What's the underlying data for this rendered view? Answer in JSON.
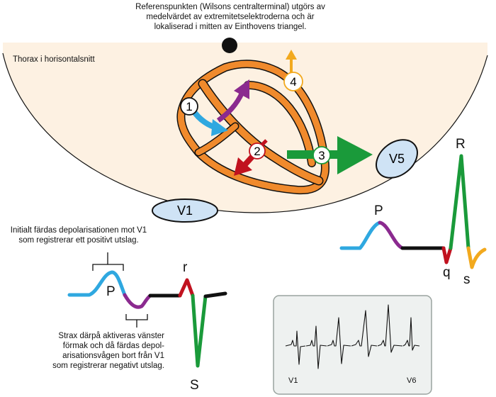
{
  "reference_note": [
    "Referenspunkten (Wilsons centralterminal) utgörs av",
    "medelvärdet av extremitetselektroderna och är",
    "lokaliserad i mitten av Einthovens triangel."
  ],
  "thorax_label": "Thorax i horisontalsnitt",
  "vectors": [
    "1",
    "2",
    "3",
    "4"
  ],
  "electrodes": {
    "v1": "V1",
    "v5": "V5"
  },
  "v1_initial_note": [
    "Initialt färdas depolarisationen mot V1",
    "som registrerar ett positivt utslag."
  ],
  "v1_later_note": [
    "Strax därpå aktiveras vänster",
    "förmak och då färdas depol-",
    "arisationsvågen bort från V1",
    "som registrerar negativt utslag."
  ],
  "v1_waves": {
    "p": "P",
    "r": "r",
    "s": "S"
  },
  "v5_waves": {
    "p": "P",
    "q": "q",
    "r": "R",
    "s": "s"
  },
  "inset": {
    "left_label": "V1",
    "right_label": "V6"
  },
  "colors": {
    "thorax_fill": "#fdf1e2",
    "heart_orange": "#f08a2c",
    "vector1_blue": "#2fa8e0",
    "vector_purple": "#8b2a8f",
    "vector2_red": "#c1121f",
    "vector3_green": "#1a9a3a",
    "vector4_yellow": "#f2a91e",
    "electrode_fill": "#cfe3f5",
    "inset_bg": "#eef1f0"
  }
}
